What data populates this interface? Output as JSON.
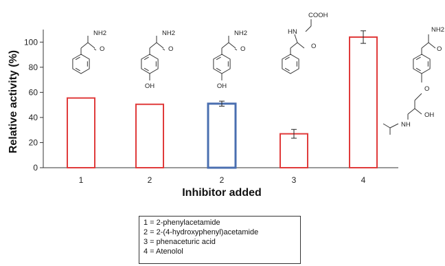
{
  "chart_data": {
    "type": "bar",
    "title": "",
    "xlabel": "Inhibitor added",
    "ylabel": "Relative activity (%)",
    "ylim": [
      0,
      110
    ],
    "yticks": [
      0,
      20,
      40,
      60,
      80,
      100
    ],
    "grid": false,
    "categories": [
      "1",
      "2",
      "2",
      "3",
      "4"
    ],
    "values": [
      55.5,
      50.5,
      51,
      27,
      104
    ],
    "errors": [
      0,
      0,
      2,
      3.5,
      5
    ],
    "bar_colors": [
      "#e03a3a",
      "#e03a3a",
      "#4a6fb0",
      "#e03a3a",
      "#e03a3a"
    ],
    "structure_labels": [
      [
        "NH2",
        "O"
      ],
      [
        "NH2",
        "O",
        "OH"
      ],
      [
        "NH2",
        "O",
        "OH"
      ],
      [
        "COOH",
        "HN",
        "O"
      ],
      [
        "NH2",
        "O",
        "O",
        "OH",
        "NH"
      ]
    ],
    "legend": {
      "placement": "bottom-center",
      "entries": [
        "1 = 2-phenylacetamide",
        "2 = 2-(4-hydroxyphenyl)acetamide",
        "3 = phenaceturic acid",
        "4 = Atenolol"
      ]
    }
  }
}
